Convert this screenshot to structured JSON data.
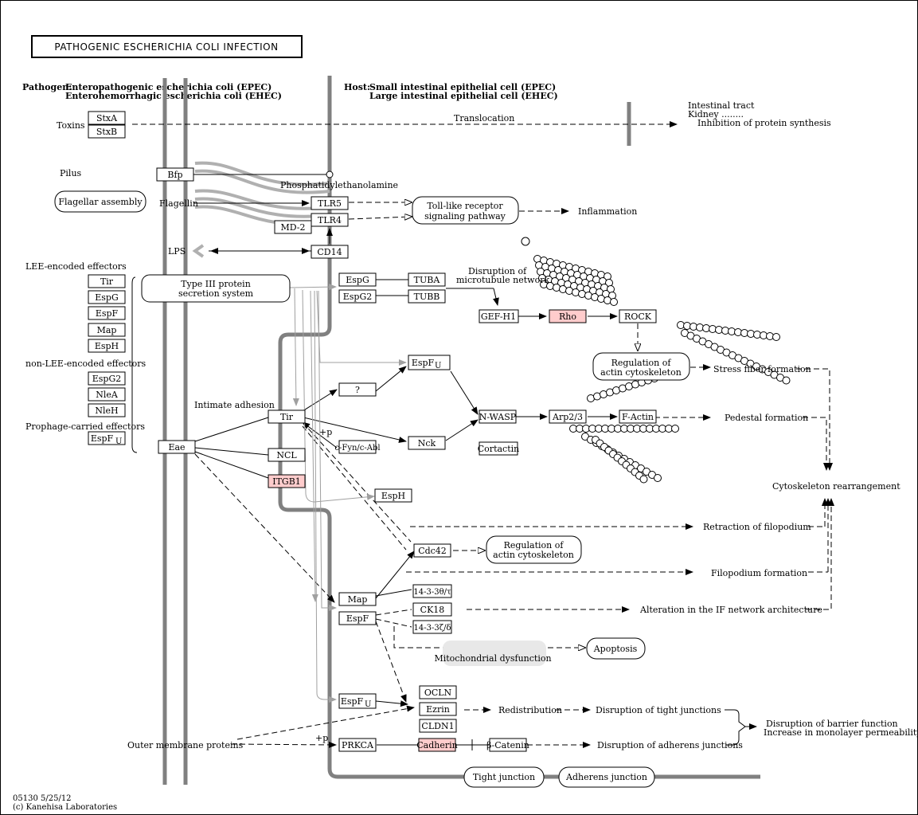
{
  "title": "PATHOGENIC ESCHERICHIA COLI INFECTION",
  "pathogen": {
    "label": "Pathogen:",
    "line1": "Enteropathogenic escherichia coli (EPEC)",
    "line2": "Enterohemorrhagic escherichia coli (EHEC)"
  },
  "host": {
    "label": "Host:",
    "line1": "Small intestinal epithelial cell (EPEC)",
    "line2": "Large intestinal epithelial cell (EHEC)"
  },
  "labels": {
    "toxins": "Toxins",
    "translocation": "Translocation",
    "intestinal_tract": "Intestinal tract",
    "kidney": "Kidney ........",
    "inhibition": "Inhibition of protein synthesis",
    "pilus": "Pilus",
    "phosphatidylethanolamine": "Phosphatidylethanolamine",
    "flagellin": "Flagellin",
    "lps": "LPS",
    "inflammation": "Inflammation",
    "lee_effectors": "LEE-encoded effectors",
    "non_lee_effectors": "non-LEE-encoded effectors",
    "prophage_effectors": "Prophage-carried effectors",
    "intimate_adhesion": "Intimate adhesion",
    "disruption_microtubule_1": "Disruption of",
    "disruption_microtubule_2": "microtubule network",
    "stress_fiber": "Stress fiber formation",
    "pedestal": "Pedestal formation",
    "cytoskeleton_rearrangement": "Cytoskeleton rearrangement",
    "retraction": "Retraction of filopodium",
    "filopodium": "Filopodium formation",
    "alteration_if": "Alteration in the IF network architecture",
    "mito_dysfunction": "Mitochondrial dysfunction",
    "redistribution": "Redistribution",
    "disruption_tight": "Disruption of tight junctions",
    "disruption_adherens": "Disruption of adherens junctions",
    "barrier_1": "Disruption of barrier function",
    "barrier_2": "Increase in monolayer permeability",
    "outer_membrane": "Outer membrane proteins",
    "plus_p": "+p",
    "plus_p2": "+p",
    "footer_1": "05130 5/25/12",
    "footer_2": "(c) Kanehisa Laboratories"
  },
  "genes": {
    "stxa": "StxA",
    "stxb": "StxB",
    "bfp": "Bfp",
    "tlr5": "TLR5",
    "tlr4": "TLR4",
    "md2": "MD-2",
    "cd14": "CD14",
    "tir_left": "Tir",
    "espg_left": "EspG",
    "espf_left": "EspF",
    "map_left": "Map",
    "esph_left": "EspH",
    "espg2_left": "EspG2",
    "nlea": "NleA",
    "nleh": "NleH",
    "espfu_left": "EspF",
    "espg": "EspG",
    "espg2": "EspG2",
    "tuba": "TUBA",
    "tubb": "TUBB",
    "gefh1": "GEF-H1",
    "rho": "Rho",
    "rock": "ROCK",
    "espfu": "EspF",
    "question": "?",
    "tir": "Tir",
    "eae": "Eae",
    "ncl": "NCL",
    "itgb1": "ITGB1",
    "cfyn": "c-Fyn/c-Abl",
    "nck": "Nck",
    "nwasp": "N-WASP",
    "cortactin": "Cortactin",
    "arp23": "Arp2/3",
    "factin": "F-Actin",
    "esph": "EspH",
    "cdc42": "Cdc42",
    "map": "Map",
    "espf": "EspF",
    "y1433t": "14-3-3θ/τ",
    "ck18": "CK18",
    "y1433z": "14-3-3ζ/δ",
    "espfu2": "EspF",
    "ocln": "OCLN",
    "ezrin": "Ezrin",
    "cldn1": "CLDN1",
    "prkca": "PRKCA",
    "cadherin": "Cadherin",
    "bcatenin": "β-Catenin"
  },
  "subscripts": {
    "u": "U"
  },
  "pathways": {
    "flagellar": "Flagellar assembly",
    "tlr_1": "Toll-like receptor",
    "tlr_2": "signaling pathway",
    "t3ss_1": "Type III protein",
    "t3ss_2": "secretion system",
    "reg_actin_1": "Regulation of",
    "reg_actin_2": "actin cytoskeleton",
    "reg_actin2_1": "Regulation of",
    "reg_actin2_2": "actin cytoskeleton",
    "apoptosis": "Apoptosis",
    "tight_junction": "Tight junction",
    "adherens_junction": "Adherens junction"
  },
  "colors": {
    "highlight": "#ffcccc",
    "membrane": "#808080"
  }
}
